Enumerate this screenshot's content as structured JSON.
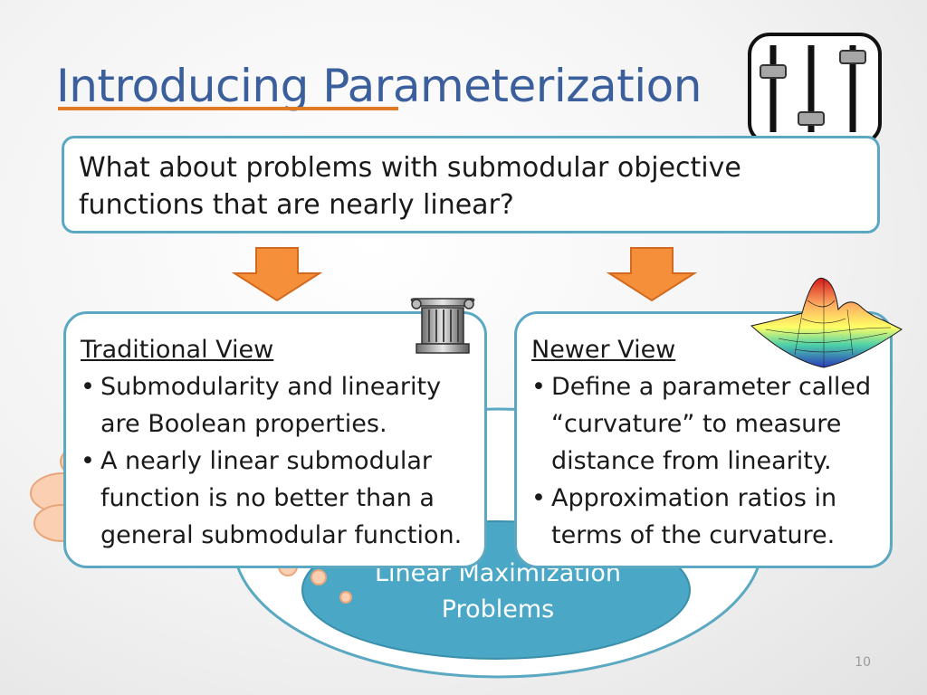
{
  "slide": {
    "title": "Introducing Parameterization",
    "question": "What about problems with submodular objective functions that are nearly linear?",
    "page_number": "10"
  },
  "background": {
    "ellipse_text": "Linear Maximization Problems"
  },
  "traditional_view": {
    "heading": "Traditional View",
    "bullets": [
      "Submodularity and linearity are Boolean properties.",
      "A nearly linear submodular function is no better than a general submodular function."
    ]
  },
  "newer_view": {
    "heading": "Newer View",
    "bullets": [
      "Define a parameter called “curvature” to measure distance from linearity.",
      "Approximation ratios in terms of the curvature."
    ]
  },
  "icons": [
    "sliders-icon",
    "arrow-down-icon",
    "greek-column-icon",
    "surface-plot-icon"
  ],
  "colors": {
    "title": "#3b5f9c",
    "underline": "#e07b24",
    "border": "#5ba8c2",
    "arrow": "#f58f3a",
    "ellipse": "#4aa8c6",
    "cloud": "#fbd0b2"
  }
}
